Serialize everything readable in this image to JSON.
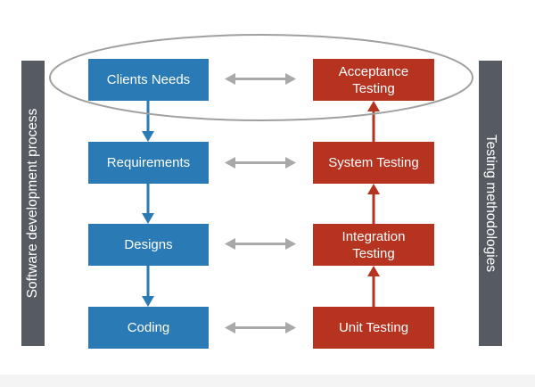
{
  "left_bar": {
    "label": "Software development process"
  },
  "right_bar": {
    "label": "Testing methodologies"
  },
  "development": [
    {
      "label": "Clients Needs"
    },
    {
      "label": "Requirements"
    },
    {
      "label": "Designs"
    },
    {
      "label": "Coding"
    }
  ],
  "testing": [
    {
      "label": "Acceptance\nTesting"
    },
    {
      "label": "System Testing"
    },
    {
      "label": "Integration\nTesting"
    },
    {
      "label": "Unit Testing"
    }
  ],
  "colors": {
    "development": "#2a7ab5",
    "testing": "#b5331f",
    "side_bar": "#565b61",
    "connector": "#a9a9a9",
    "ellipse": "#a0a0a0"
  }
}
